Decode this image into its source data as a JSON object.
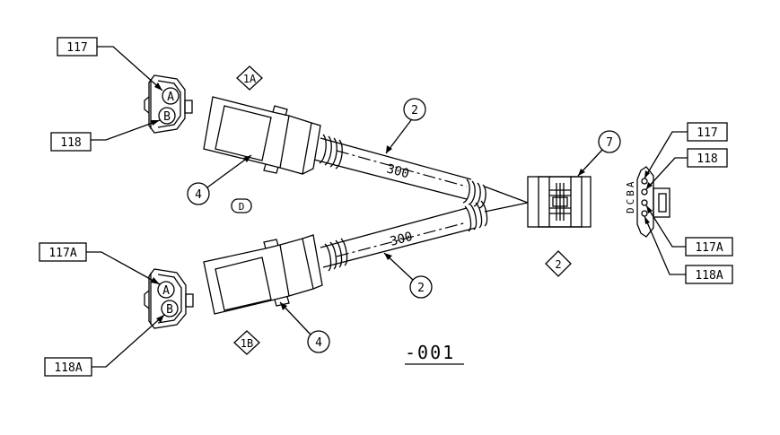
{
  "wire_labels": {
    "w117_top": "117",
    "w118_top": "118",
    "w117a_left": "117A",
    "w118a_left": "118A",
    "w117_right": "117",
    "w118_right": "118",
    "w117a_right": "117A",
    "w118a_right": "118A"
  },
  "item_balloons": {
    "cable_top": "2",
    "cable_bottom": "2",
    "connector_top": "4",
    "connector_bottom": "4",
    "receptacle": "7"
  },
  "reference_diamonds": {
    "leg_a": "1A",
    "leg_b": "1B",
    "main": "2"
  },
  "note_d": "D",
  "cavities": {
    "a": "A",
    "b": "B"
  },
  "pin_letters": "DCBA",
  "lengths": {
    "top": "300",
    "bottom": "300"
  },
  "dash_number": "-001"
}
